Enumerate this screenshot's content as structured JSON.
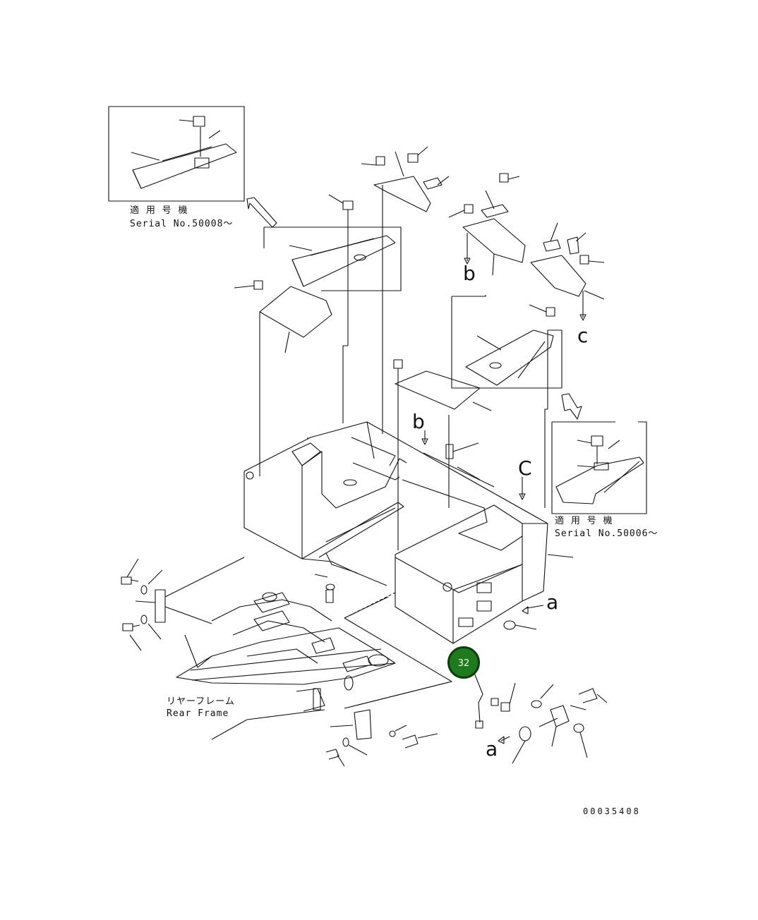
{
  "inset_left": {
    "title_jp": "適 用 号 機",
    "serial": "Serial No.50008～"
  },
  "inset_right": {
    "title_jp": "適 用 号 機",
    "serial": "Serial No.50006～"
  },
  "rear_frame": {
    "jp": "リヤーフレーム",
    "en": "Rear Frame"
  },
  "letters": {
    "b_top": "b",
    "c_top": "c",
    "b_mid": "b",
    "c_mid": "C",
    "a_right": "a",
    "a_bottom": "a"
  },
  "callout": {
    "number": "32",
    "color": "#1f7a1f"
  },
  "drawing_code": "00035408"
}
